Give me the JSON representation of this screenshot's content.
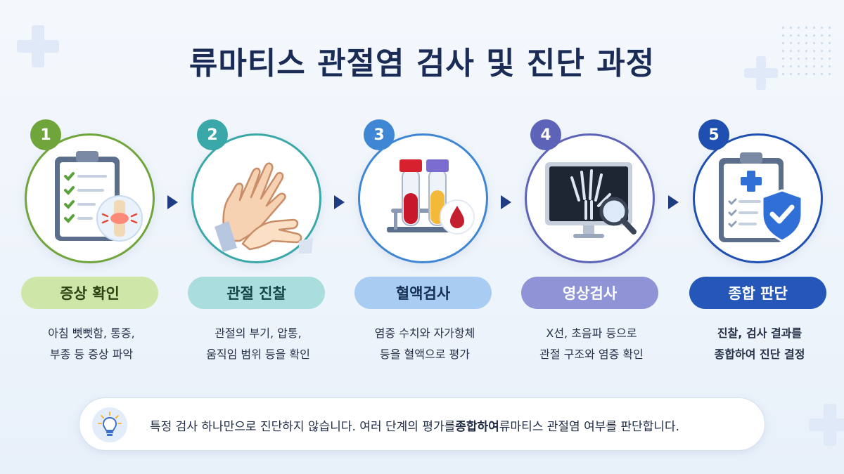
{
  "title": "류마티스 관절염 검사 및 진단 과정",
  "steps": [
    {
      "number": "1",
      "label": "증상 확인",
      "desc": [
        "아침 뻣뻣함, 통증,",
        "부종 등 증상 파악"
      ],
      "icon": "clipboard-joint-icon",
      "accent": "#6fa53a",
      "pill_bg": "#cfe6a9",
      "pill_fg": "#2c4414"
    },
    {
      "number": "2",
      "label": "관절 진찰",
      "desc": [
        "관절의 부기, 압통,",
        "움직임 범위 등을 확인"
      ],
      "icon": "hand-exam-icon",
      "accent": "#3aa8a8",
      "pill_bg": "#aadddd",
      "pill_fg": "#154646"
    },
    {
      "number": "3",
      "label": "혈액검사",
      "desc": [
        "염증 수치와 자가항체",
        "등을 혈액으로 평가"
      ],
      "icon": "blood-tubes-icon",
      "accent": "#3f86d4",
      "pill_bg": "#a9cdf2",
      "pill_fg": "#152e52"
    },
    {
      "number": "4",
      "label": "영상검사",
      "desc": [
        "X선, 초음파 등으로",
        "관절 구조와 염증 확인"
      ],
      "icon": "xray-monitor-icon",
      "accent": "#5d64b8",
      "pill_bg": "#8f94d6",
      "pill_fg": "#ffffff"
    },
    {
      "number": "5",
      "label": "종합 판단",
      "desc": [
        "진찰, 검사 결과를",
        "종합하여 진단 결정"
      ],
      "icon": "clipboard-shield-icon",
      "accent": "#1f4fb0",
      "pill_bg": "#2557b8",
      "pill_fg": "#ffffff"
    }
  ],
  "arrow_color": "#1f3d80",
  "note": {
    "icon": "lightbulb-icon",
    "part1": "특정 검사 하나만으로 진단하지 않습니다. 여러 단계의 평가를 ",
    "bold": "종합하여",
    "part2": " 류마티스 관절염 여부를 판단합니다."
  }
}
